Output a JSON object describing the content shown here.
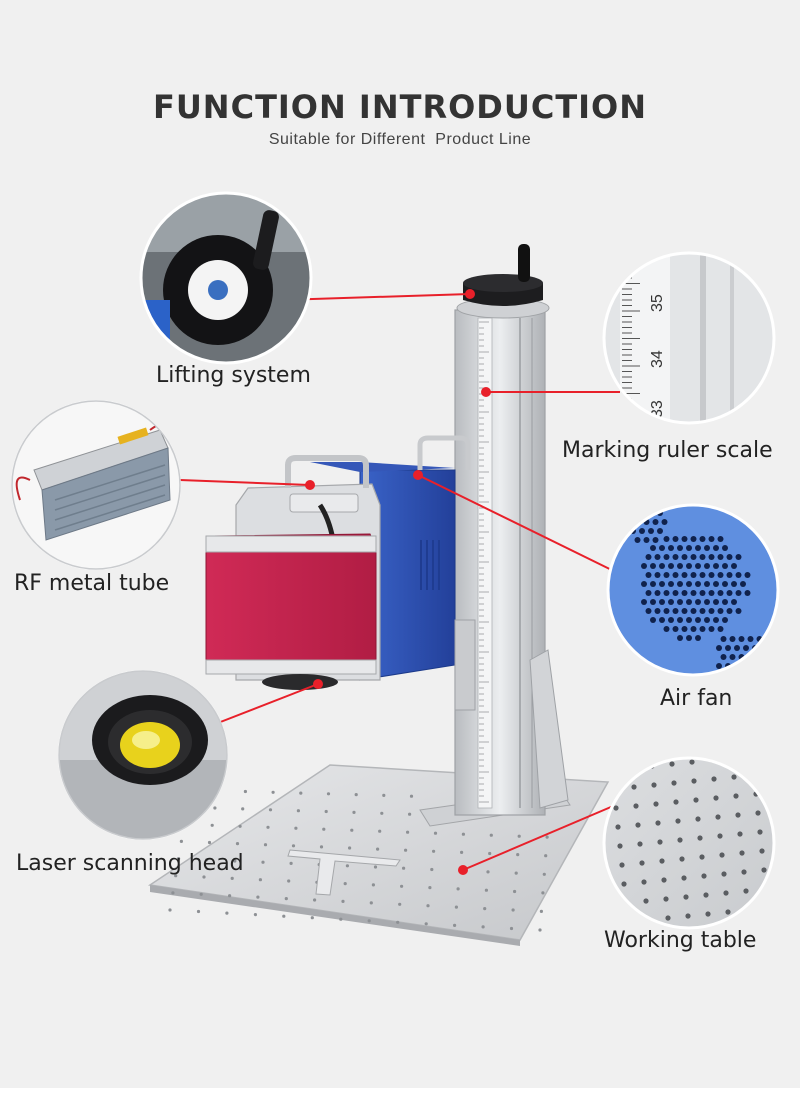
{
  "header": {
    "title": "FUNCTION INTRODUCTION",
    "subtitle": "Suitable for Different  Product Line"
  },
  "features": [
    {
      "label": "Lifting system",
      "icon": "lifting-knob-icon"
    },
    {
      "label": "Marking ruler scale",
      "icon": "ruler-scale-icon"
    },
    {
      "label": "RF metal tube",
      "icon": "rf-tube-icon"
    },
    {
      "label": "Air fan",
      "icon": "air-fan-icon"
    },
    {
      "label": "Laser scanning head",
      "icon": "scanning-lens-icon"
    },
    {
      "label": "Working table",
      "icon": "working-table-icon"
    }
  ],
  "ruler_marks": [
    "35",
    "34",
    "33"
  ],
  "colors": {
    "background": "#f0f0f0",
    "pointer_line": "#e8202a",
    "head_cover": "#c8234c",
    "housing_blue": "#2b4fb0",
    "aluminum": "#d7d9dc"
  }
}
